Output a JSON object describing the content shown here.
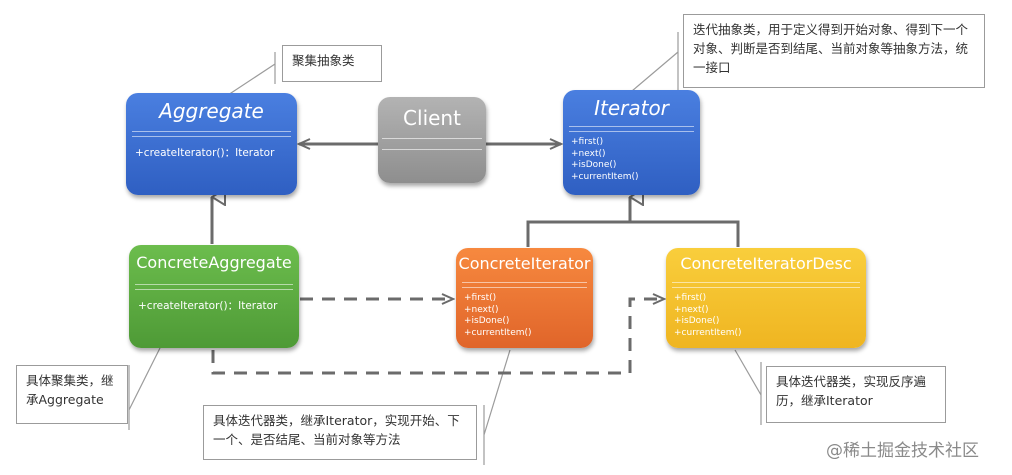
{
  "colors": {
    "abstract_blue": "#3f6fd1",
    "concrete_green": "#5fae43",
    "concrete_orange": "#ef7a35",
    "concrete_yellow": "#f4c22f",
    "client_gray": "#a3a3a3",
    "arrow_gray": "#6b6b6b"
  },
  "classes": {
    "aggregate": {
      "name": "Aggregate",
      "methods": [
        "+createIterator()：Iterator"
      ]
    },
    "iterator": {
      "name": "Iterator",
      "methods": [
        "+first()",
        "+next()",
        "+isDone()",
        "+currentItem()"
      ]
    },
    "client": {
      "name": "Client"
    },
    "concrete_aggregate": {
      "name": "ConcreteAggregate",
      "methods": [
        "+createIterator()：Iterator"
      ]
    },
    "concrete_iterator": {
      "name": "ConcreteIterator",
      "methods": [
        "+first()",
        "+next()",
        "+isDone()",
        "+currentItem()"
      ]
    },
    "concrete_iterator_desc": {
      "name": "ConcreteIteratorDesc",
      "methods": [
        "+first()",
        "+next()",
        "+isDone()",
        "+currentItem()"
      ]
    }
  },
  "notes": {
    "aggregate_note": "聚集抽象类",
    "iterator_note": "迭代抽象类，用于定义得到开始对象、得到下一个对象、判断是否到结尾、当前对象等抽象方法，统一接口",
    "concrete_aggregate_note": "具体聚集类，继承Aggregate",
    "concrete_iterator_note": "具体迭代器类，继承Iterator，实现开始、下一个、是否结尾、当前对象等方法",
    "concrete_iterator_desc_note": "具体迭代器类，实现反序遍历，继承Iterator"
  },
  "watermark": "@稀土掘金技术社区"
}
